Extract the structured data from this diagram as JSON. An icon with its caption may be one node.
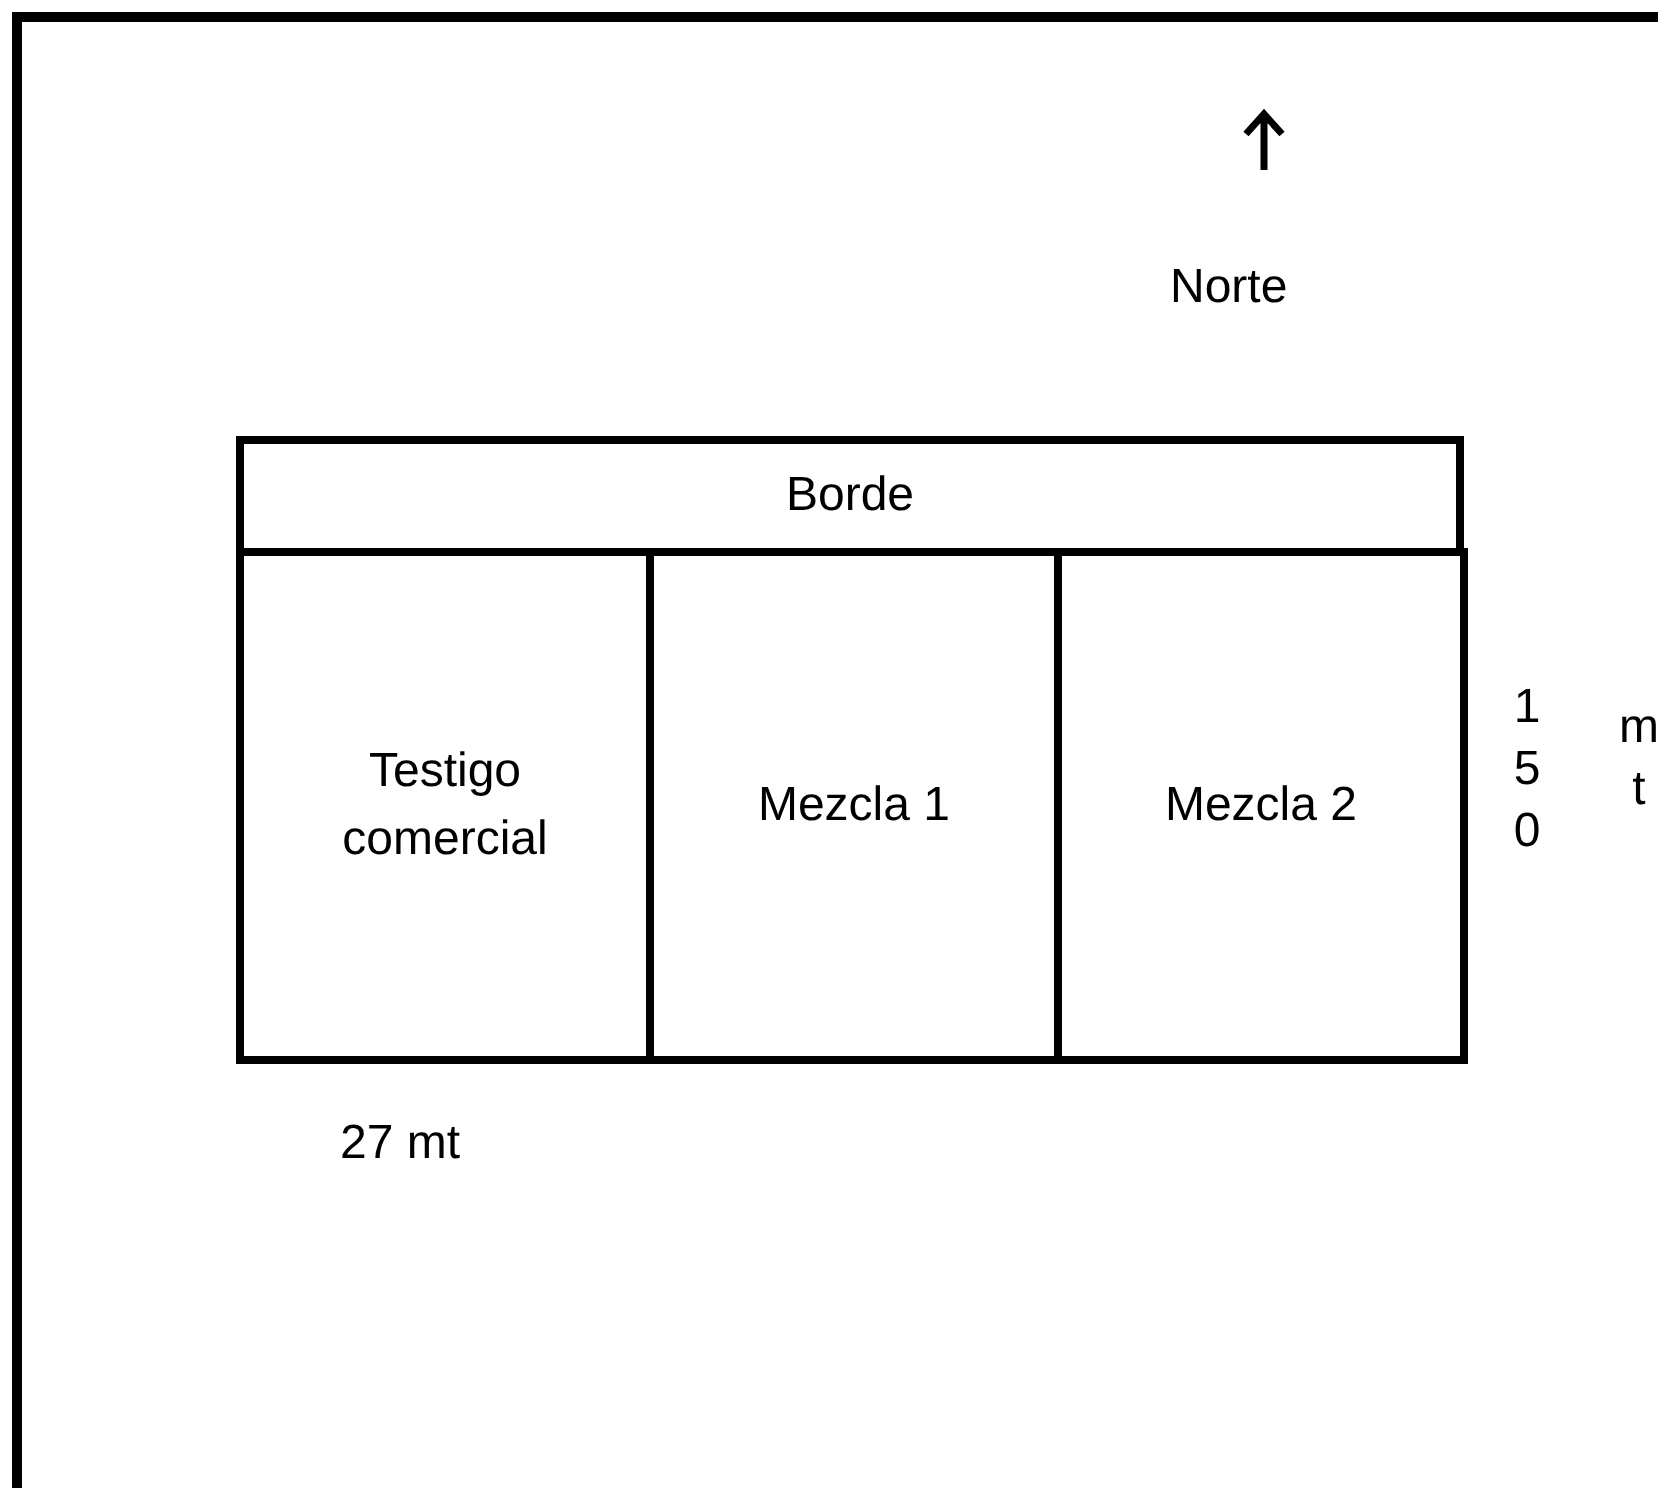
{
  "diagram": {
    "nodes": [
      {
        "text": [
          "Borde"
        ]
      },
      {
        "text": [
          "Testigo comercial"
        ]
      },
      {
        "text": [
          "Mezcla 1"
        ]
      },
      {
        "text": [
          "Mezcla 2"
        ]
      }
    ],
    "labels": [
      "Norte",
      "27 mt",
      "150",
      "mt"
    ]
  }
}
